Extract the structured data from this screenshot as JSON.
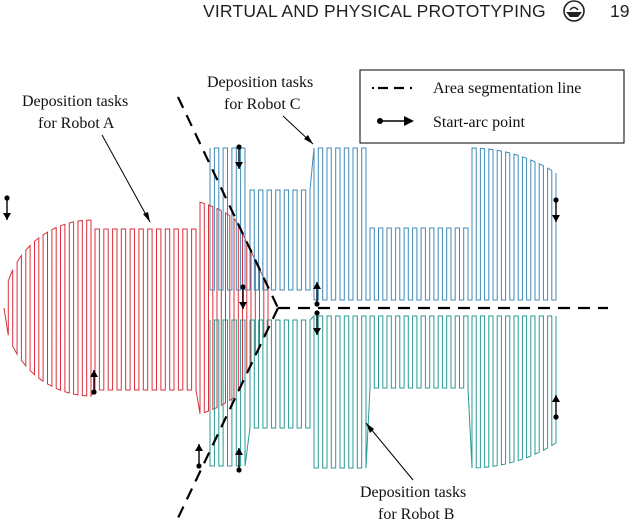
{
  "header": {
    "journal_title": "VIRTUAL AND PHYSICAL PROTOTYPING",
    "page_number": "19",
    "logo_icon": "journal-logo-icon"
  },
  "figure": {
    "legend": {
      "segmentation_line_label": "Area segmentation line",
      "start_arc_label": "Start-arc point"
    },
    "robot_a_label": [
      "Deposition tasks",
      "for Robot A"
    ],
    "robot_b_label": [
      "Deposition tasks",
      "for Robot B"
    ],
    "robot_c_label": [
      "Deposition tasks",
      "for Robot C"
    ],
    "colors": {
      "robot_a": "#d8323c",
      "robot_b": "#2b9a93",
      "robot_c": "#3f8ab8",
      "lines": "#000000"
    }
  }
}
